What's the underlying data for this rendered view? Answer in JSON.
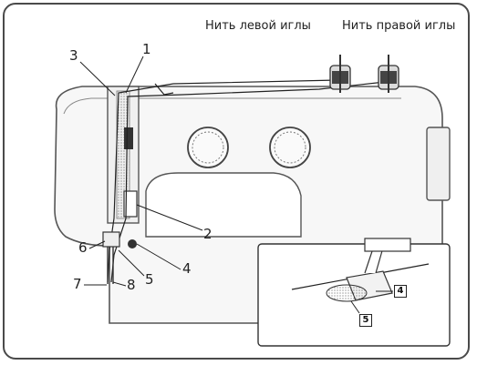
{
  "labels": {
    "left_needle_thread": "Нить левой иглы",
    "right_needle_thread": "Нить правой иглы",
    "callouts": [
      "1",
      "2",
      "3",
      "4",
      "5",
      "6",
      "7",
      "8"
    ],
    "inset_callouts": [
      "4",
      "5"
    ]
  }
}
